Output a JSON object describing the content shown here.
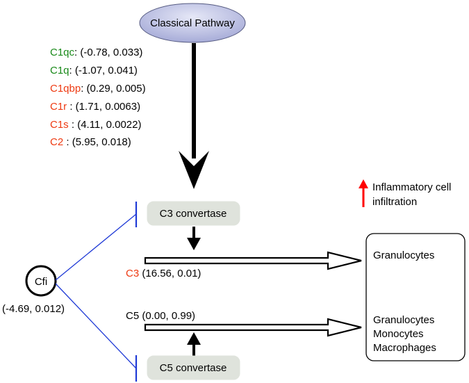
{
  "colors": {
    "down": "#1a8a1a",
    "up": "#ee3a12",
    "inhibit": "#1f3ad6",
    "box_fill": "#dfe3dc",
    "pathway_fill": "#b8bde2",
    "indicator_arrow": "#ff0000"
  },
  "pathway": {
    "label": "Classical Pathway"
  },
  "genes": [
    {
      "name": "C1qc",
      "sep": ":",
      "stats": " (-0.78, 0.033)",
      "direction": "down"
    },
    {
      "name": "C1q",
      "sep": ":",
      "stats": " (-1.07, 0.041)",
      "direction": "down"
    },
    {
      "name": "C1qbp",
      "sep": ":",
      "stats": " (0.29, 0.005)",
      "direction": "up"
    },
    {
      "name": "C1r",
      "sep": " :",
      "stats": " (1.71, 0.0063)",
      "direction": "up"
    },
    {
      "name": "C1s",
      "sep": " :",
      "stats": " (4.11, 0.0022)",
      "direction": "up"
    },
    {
      "name": "C2",
      "sep": " :",
      "stats": " (5.95, 0.018)",
      "direction": "up"
    }
  ],
  "c3_convertase": {
    "label": "C3 convertase"
  },
  "c5_convertase": {
    "label": "C5 convertase"
  },
  "c3": {
    "name": "C3",
    "stats": " (16.56, 0.01)"
  },
  "c5": {
    "text": "C5 (0.00, 0.99)"
  },
  "cfi": {
    "name": "Cfi",
    "stats": "(-4.69, 0.012)"
  },
  "legend": {
    "line1": "Inflammatory cell",
    "line2": "infiltration",
    "arrow_icon": "up-arrow-icon"
  },
  "outcome_c3": {
    "lines": [
      "Granulocytes"
    ]
  },
  "outcome_c5": {
    "lines": [
      "Granulocytes",
      "Monocytes",
      "Macrophages"
    ]
  }
}
